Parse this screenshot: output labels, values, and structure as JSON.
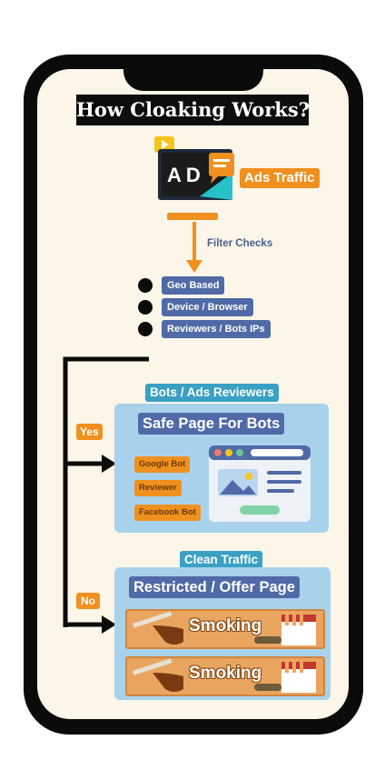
{
  "title": "How Cloaking Works?",
  "ad_icon_text": "AD",
  "ads_traffic": "Ads Traffic",
  "filter_checks": "Filter Checks",
  "checks": [
    "Geo Based",
    "Device / Browser",
    "Reviewers / Bots IPs"
  ],
  "yes_label": "Yes",
  "no_label": "No",
  "bots_section": {
    "header": "Bots / Ads Reviewers",
    "title": "Safe Page For Bots",
    "items": [
      "Google Bot",
      "Reviewer",
      "Facebook Bot"
    ]
  },
  "clean_section": {
    "header": "Clean Traffic",
    "title": "Restricted / Offer Page",
    "banners": [
      "Smoking",
      "Smoking"
    ]
  },
  "colors": {
    "accent_orange": "#f0901f",
    "blue": "#4f6aa6",
    "teal": "#3aa0c4",
    "screen_bg": "#fbf6e8"
  }
}
